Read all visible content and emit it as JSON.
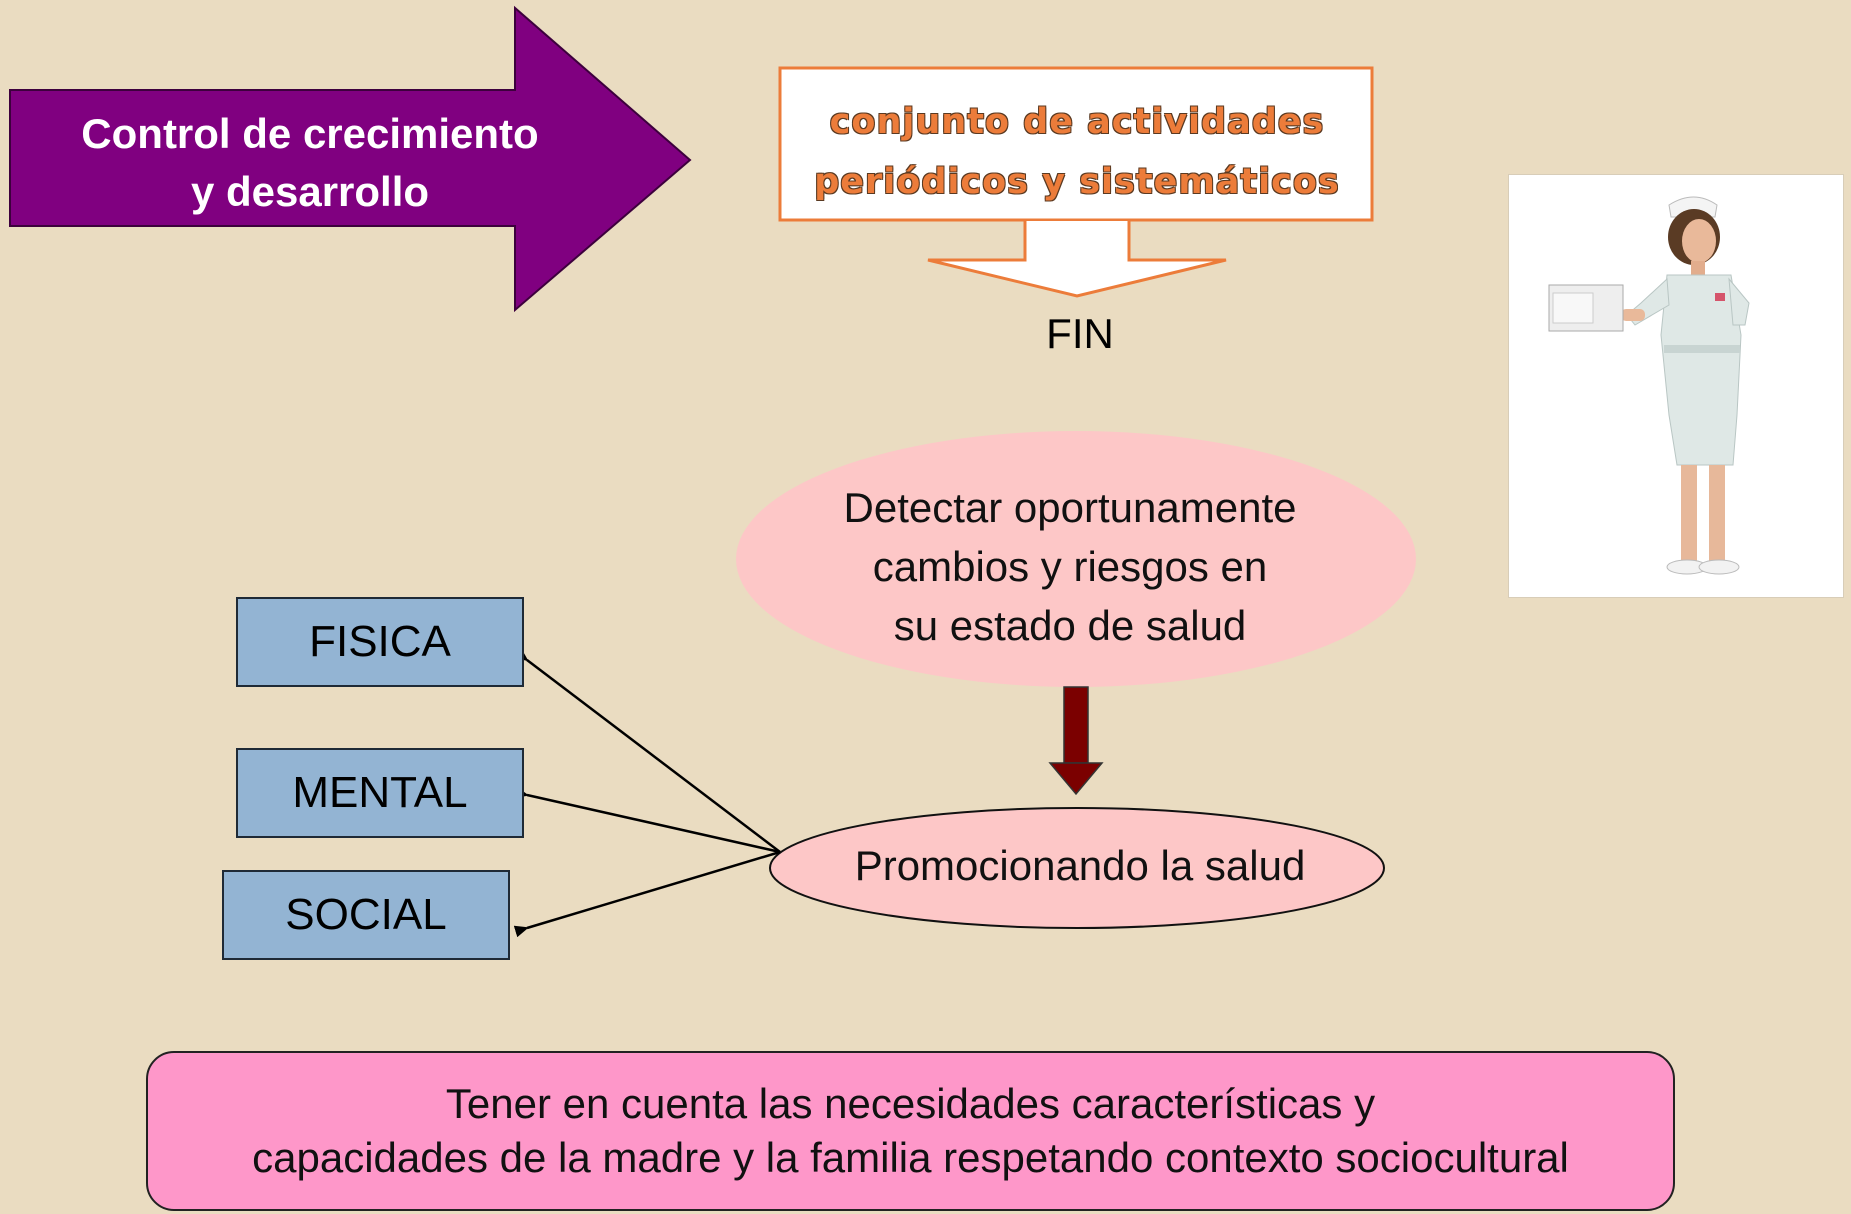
{
  "arrow": {
    "line1": "Control de crecimiento",
    "line2": "y desarrollo",
    "color": "#800080"
  },
  "definition": {
    "line1": "conjunto de actividades",
    "line2": "periódicos y sistemáticos",
    "text_color": "#ec7c3a",
    "border_color": "#ec7c3a"
  },
  "fin_label": "FIN",
  "goal": {
    "line1": "Detectar oportunamente",
    "line2": "cambios y riesgos en",
    "line3": "su estado de salud"
  },
  "promotion_label": "Promocionando la salud",
  "dimensions": {
    "fisica": "FISICA",
    "mental": "MENTAL",
    "social": "SOCIAL"
  },
  "note": {
    "line1": "Tener en cuenta las necesidades características y",
    "line2": "capacidades de la madre y la familia respetando contexto sociocultural"
  },
  "illustration": {
    "subject": "nurse-illustration"
  }
}
